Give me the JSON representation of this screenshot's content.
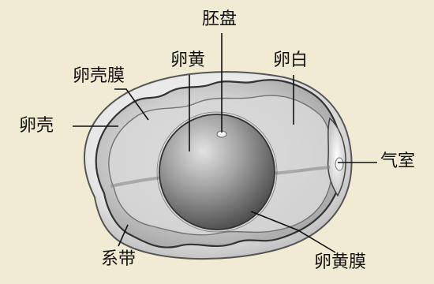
{
  "labels": {
    "germinal_disc": "胚盘",
    "yolk": "卵黄",
    "albumen": "卵白",
    "shell_membrane": "卵壳膜",
    "shell": "卵壳",
    "air_cell": "气室",
    "chalaza": "系带",
    "vitelline_membrane": "卵黄膜"
  },
  "colors": {
    "background": "#f1ebd3",
    "shell": "#e8e8e8",
    "albumen": "#c9c9c9",
    "yolk": "#8f8f8f",
    "leader_line": "#111111"
  }
}
